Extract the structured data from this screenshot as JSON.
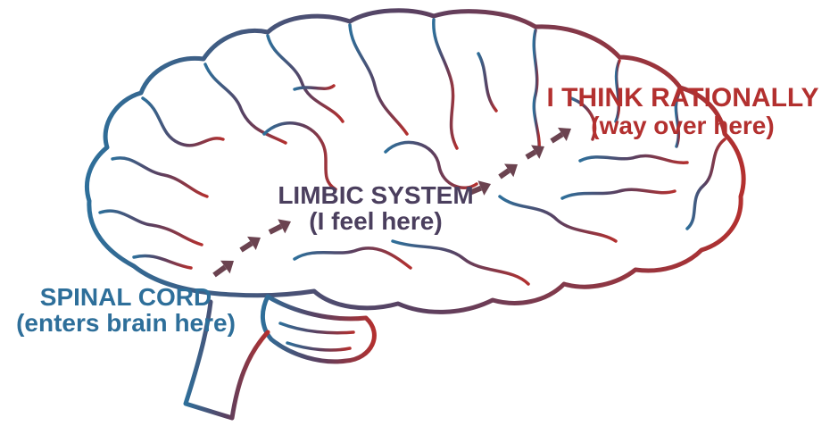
{
  "labels": {
    "spinal": {
      "title": "SPINAL CORD",
      "sub": "(enters brain here)"
    },
    "limbic": {
      "title": "LIMBIC SYSTEM",
      "sub": "(I feel here)"
    },
    "think": {
      "title": "I THINK RATIONALLY",
      "sub": "(way over here)"
    }
  },
  "colors": {
    "spinal": "#2e6f9a",
    "limbic": "#4b3f5e",
    "think": "#b3302f",
    "arrow": "#6b4350",
    "outline_start": "#2e6f9a",
    "outline_mid": "#5a4060",
    "outline_end": "#b3302f"
  }
}
